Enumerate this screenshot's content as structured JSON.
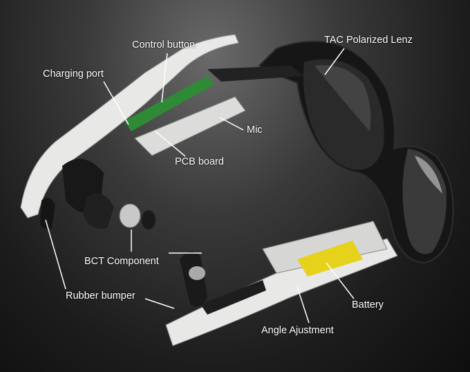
{
  "labels": {
    "control_button": "Control button",
    "charging_port": "Charging port",
    "tac_lens": "TAC Polarized Lenz",
    "mic": "Mic",
    "pcb_board": "PCB board",
    "bct_component": "BCT Component",
    "rubber_bumper": "Rubber bumper",
    "battery": "Battery",
    "angle_adjustment": "Angle Ajustment"
  },
  "colors": {
    "frame_white": "#e8e8e6",
    "frame_black": "#1b1b1b",
    "pcb_green": "#2f8a35",
    "battery_yellow": "#e6d21a",
    "leader_line": "#ffffff"
  }
}
